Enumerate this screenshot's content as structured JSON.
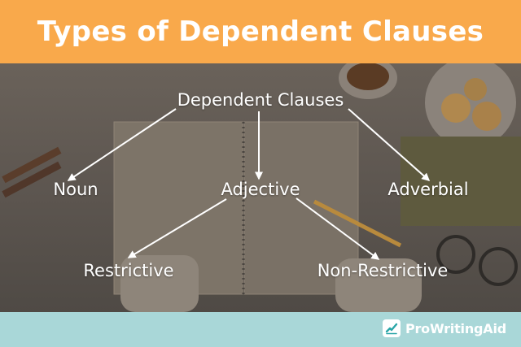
{
  "title": "Types of Dependent Clauses",
  "colors": {
    "header": "#f9a94b",
    "footer": "#a9d7d8",
    "text": "#ffffff",
    "arrow": "#ffffff"
  },
  "diagram": {
    "root": "Dependent Clauses",
    "level1": [
      "Noun",
      "Adjective",
      "Adverbial"
    ],
    "level2": [
      "Restrictive",
      "Non-Restrictive"
    ],
    "edges": [
      [
        "Dependent Clauses",
        "Noun"
      ],
      [
        "Dependent Clauses",
        "Adjective"
      ],
      [
        "Dependent Clauses",
        "Adverbial"
      ],
      [
        "Adjective",
        "Restrictive"
      ],
      [
        "Adjective",
        "Non-Restrictive"
      ]
    ]
  },
  "brand": {
    "name": "ProWritingAid",
    "icon": "prowritingaid-logo-icon"
  }
}
